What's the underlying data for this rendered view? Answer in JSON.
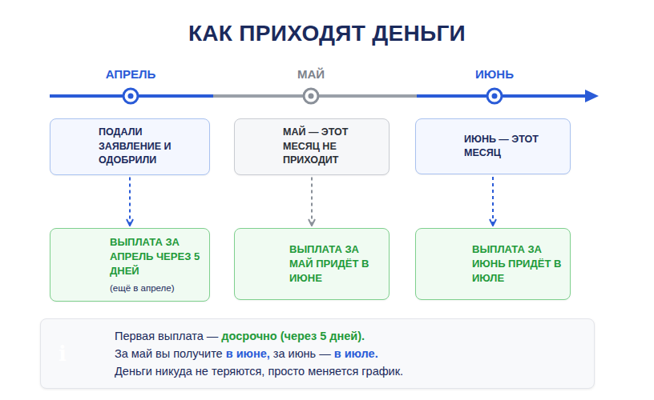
{
  "diagram": {
    "title": "КАК ПРИХОДЯТ ДЕНЬГИ",
    "nodes": [
      {
        "text": [
          "ПОДАЛИ ЗАЯВЛЕНИЕ И ОДОБРИЛИ"
        ]
      },
      {
        "text": [
          "МАЙ — ЭТОТ МЕСЯЦ НЕ ПРИХОДИТ"
        ]
      },
      {
        "text": [
          "ИЮНЬ — ЭТОТ МЕСЯЦ"
        ]
      },
      {
        "text": [
          "ВЫПЛАТА ЗА АПРЕЛЬ ЧЕРЕЗ 5 ДНЕЙ",
          "(ещё в апреле)"
        ]
      },
      {
        "text": [
          "ВЫПЛАТА ЗА МАЙ ПРИДЁТ В ИЮНЕ"
        ]
      },
      {
        "text": [
          "ВЫПЛАТА ЗА ИЮНЬ ПРИДЁТ В ИЮЛЕ"
        ]
      },
      {
        "text": [
          "Первая выплата —",
          "досрочно (через 5 дней).",
          "За май вы получите",
          "в июне,",
          "за июнь —",
          "в июле.",
          "Деньги никуда не теряются, просто меняется график."
        ]
      }
    ],
    "edges": [
      {
        "from": 0,
        "to": 3,
        "arrow": "to"
      },
      {
        "from": 1,
        "to": 4,
        "arrow": "to"
      },
      {
        "from": 2,
        "to": 5,
        "arrow": "to"
      }
    ],
    "labels": [
      "АПРЕЛЬ",
      "МАЙ",
      "ИЮНЬ",
      "i"
    ]
  }
}
